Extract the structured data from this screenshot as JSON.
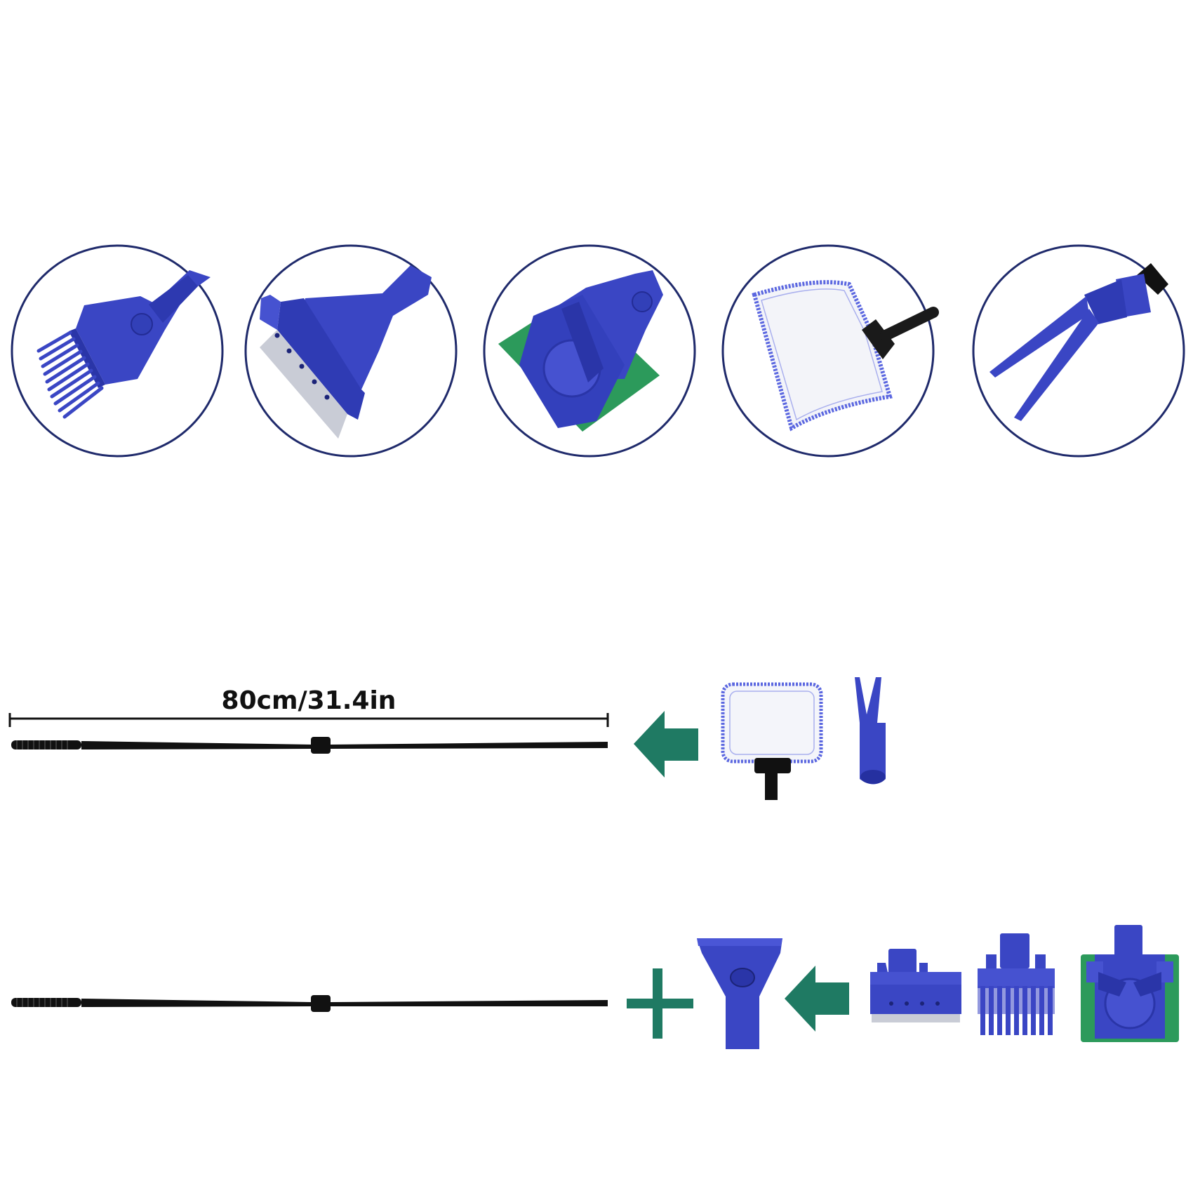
{
  "measurement": {
    "label": "80cm/31.4in"
  },
  "colors": {
    "tool_blue": "#3a46c4",
    "tool_blue_dark": "#232c95",
    "tool_blue_light": "#5b67e0",
    "circle_outline": "#1f2a6b",
    "arrow_green": "#1f7a63",
    "sponge_green": "#2c9a5b",
    "pole_black": "#111111",
    "blade_silver": "#c9ccd6"
  },
  "detail_circles": [
    {
      "name": "gravel-rake-detail",
      "icon": "rake-icon"
    },
    {
      "name": "scraper-blade-detail",
      "icon": "scraper-icon"
    },
    {
      "name": "sponge-brush-detail",
      "icon": "sponge-icon"
    },
    {
      "name": "fish-net-detail",
      "icon": "net-icon"
    },
    {
      "name": "plant-fork-detail",
      "icon": "fork-icon"
    }
  ]
}
